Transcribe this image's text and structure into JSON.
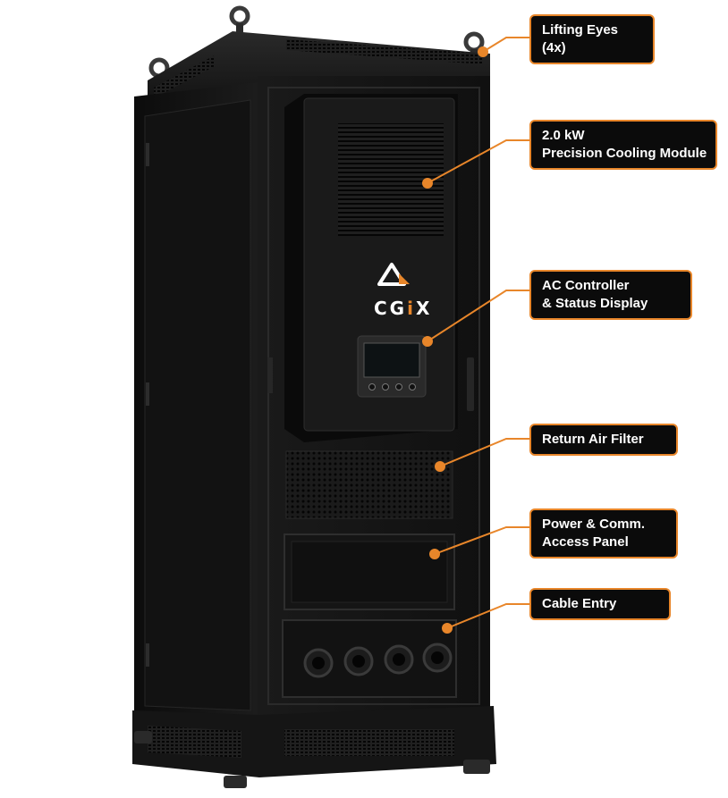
{
  "brand": {
    "text_cg": "CG",
    "text_i": "i",
    "text_x": "X"
  },
  "colors": {
    "accent": "#e8862a",
    "cabinet": "#141414",
    "cabinet_dark": "#0a0a0a",
    "callout_bg": "#0b0b0b",
    "callout_text": "#ffffff",
    "background": "#ffffff"
  },
  "callouts": [
    {
      "id": "lifting-eyes",
      "lines": [
        "Lifting Eyes",
        "(4x)"
      ]
    },
    {
      "id": "cooling-module",
      "lines": [
        "2.0 kW",
        "Precision Cooling Module"
      ]
    },
    {
      "id": "ac-controller",
      "lines": [
        "AC Controller",
        "& Status Display"
      ]
    },
    {
      "id": "return-air-filter",
      "lines": [
        "Return Air Filter"
      ]
    },
    {
      "id": "power-access-panel",
      "lines": [
        "Power & Comm.",
        "Access Panel"
      ]
    },
    {
      "id": "cable-entry",
      "lines": [
        "Cable Entry"
      ]
    }
  ]
}
